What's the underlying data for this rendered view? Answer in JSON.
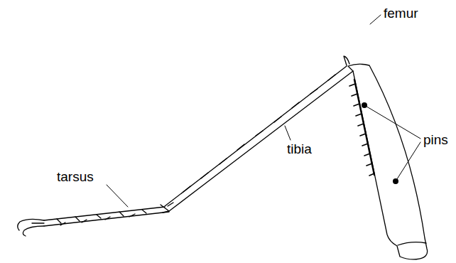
{
  "diagram": {
    "labels": [
      "femur",
      "pins",
      "tibia",
      "tarsus"
    ]
  }
}
